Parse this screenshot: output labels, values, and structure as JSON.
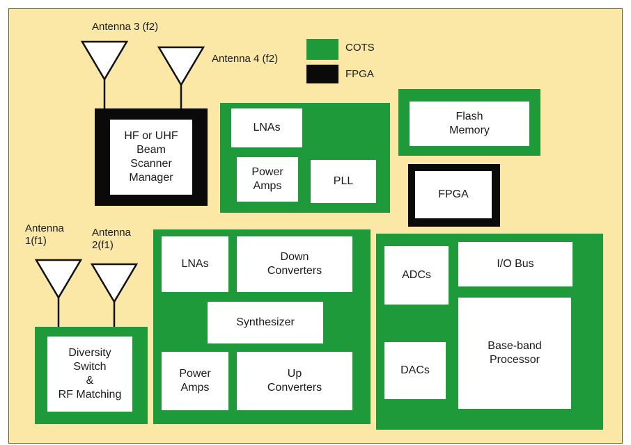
{
  "colors": {
    "background": "#fbe8a6",
    "cots": "#1f9a3a",
    "fpga": "#0a0a0a",
    "block": "#ffffff"
  },
  "legend": [
    {
      "label": "COTS",
      "color": "#1f9a3a"
    },
    {
      "label": "FPGA",
      "color": "#0a0a0a"
    }
  ],
  "antennas": {
    "a3": "Antenna 3 (f2)",
    "a4": "Antenna 4 (f2)",
    "a1": "Antenna\n1(f1)",
    "a2": "Antenna\n2(f1)"
  },
  "blocks": {
    "beam_scanner": "HF or UHF\nBeam\nScanner\nManager",
    "lnas_top": "LNAs",
    "power_amps_top": "Power\nAmps",
    "pll": "PLL",
    "flash_memory": "Flash\nMemory",
    "fpga": "FPGA",
    "lnas_mid": "LNAs",
    "down_converters": "Down\nConverters",
    "synthesizer": "Synthesizer",
    "power_amps_mid": "Power\nAmps",
    "up_converters": "Up\nConverters",
    "adcs": "ADCs",
    "io_bus": "I/O Bus",
    "dacs": "DACs",
    "baseband": "Base-band\nProcessor",
    "diversity": "Diversity\nSwitch\n&\nRF Matching"
  }
}
